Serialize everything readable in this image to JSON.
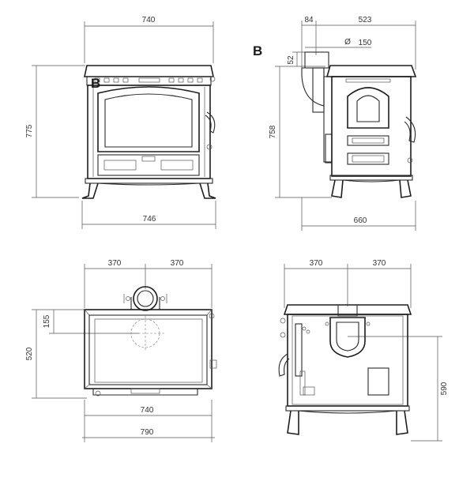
{
  "labels": {
    "front_view": "B",
    "side_view": "B"
  },
  "dimensions": {
    "front_top_width": "740",
    "front_height": "775",
    "front_bottom_width": "746",
    "side_offset": "84",
    "side_depth": "523",
    "flue_diameter_symbol": "Ø",
    "flue_diameter": "150",
    "flue_height": "52",
    "side_height": "758",
    "side_total_depth": "660",
    "top_left_half": "370",
    "top_right_half": "370",
    "top_flue_offset": "155",
    "top_depth": "520",
    "top_inner_width": "740",
    "top_total_width": "790",
    "rear_left_half": "370",
    "rear_right_half": "370",
    "rear_flue_height": "590"
  }
}
